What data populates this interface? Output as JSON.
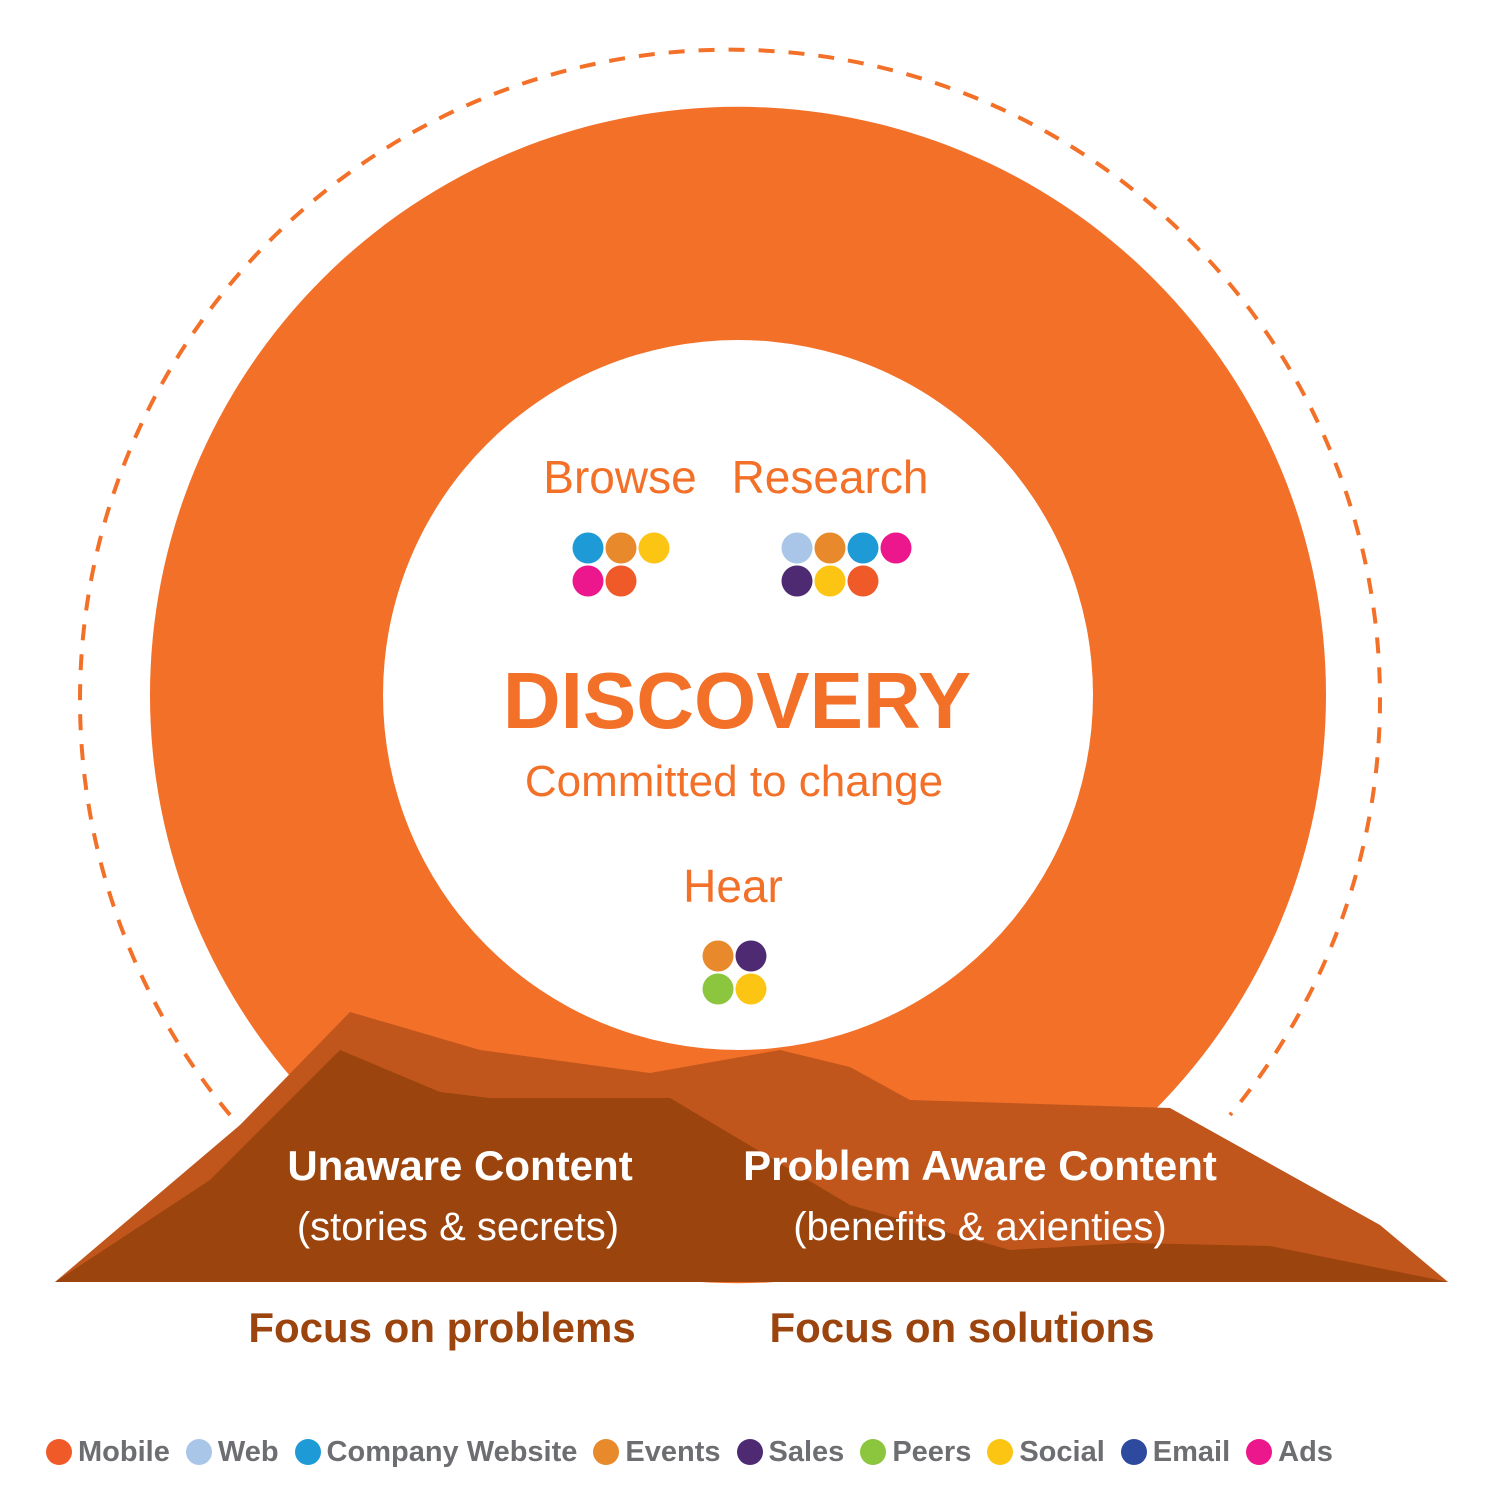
{
  "palette": {
    "orange": "#f37029",
    "mountain_back": "#c0561c",
    "mountain_front": "#9c440e",
    "footer_text": "#9c440e",
    "legend_text": "#6d6e71"
  },
  "center": {
    "title": "DISCOVERY",
    "subtitle": "Committed to change"
  },
  "groups": [
    {
      "label": "Browse",
      "channels": [
        [
          "Company Website",
          "Events",
          "Social"
        ],
        [
          "Ads",
          "Mobile"
        ]
      ]
    },
    {
      "label": "Research",
      "channels": [
        [
          "Web",
          "Events",
          "Company Website",
          "Ads"
        ],
        [
          "Sales",
          "Social",
          "Mobile"
        ]
      ]
    },
    {
      "label": "Hear",
      "channels": [
        [
          "Events",
          "Sales"
        ],
        [
          "Peers",
          "Social"
        ]
      ]
    }
  ],
  "content": {
    "left_title": "Unaware Content",
    "left_sub": "(stories & secrets)",
    "right_title": "Problem Aware Content",
    "right_sub": "(benefits & axienties)"
  },
  "focus": {
    "left": "Focus on problems",
    "right": "Focus on solutions"
  },
  "legend": [
    {
      "label": "Mobile",
      "color": "#f05a28"
    },
    {
      "label": "Web",
      "color": "#a9c6e8"
    },
    {
      "label": "Company Website",
      "color": "#1e9ad6"
    },
    {
      "label": "Events",
      "color": "#e8892b"
    },
    {
      "label": "Sales",
      "color": "#4e2a73"
    },
    {
      "label": "Peers",
      "color": "#8cc63f"
    },
    {
      "label": "Social",
      "color": "#fdc513"
    },
    {
      "label": "Email",
      "color": "#2e4a9e"
    },
    {
      "label": "Ads",
      "color": "#ec178c"
    }
  ]
}
